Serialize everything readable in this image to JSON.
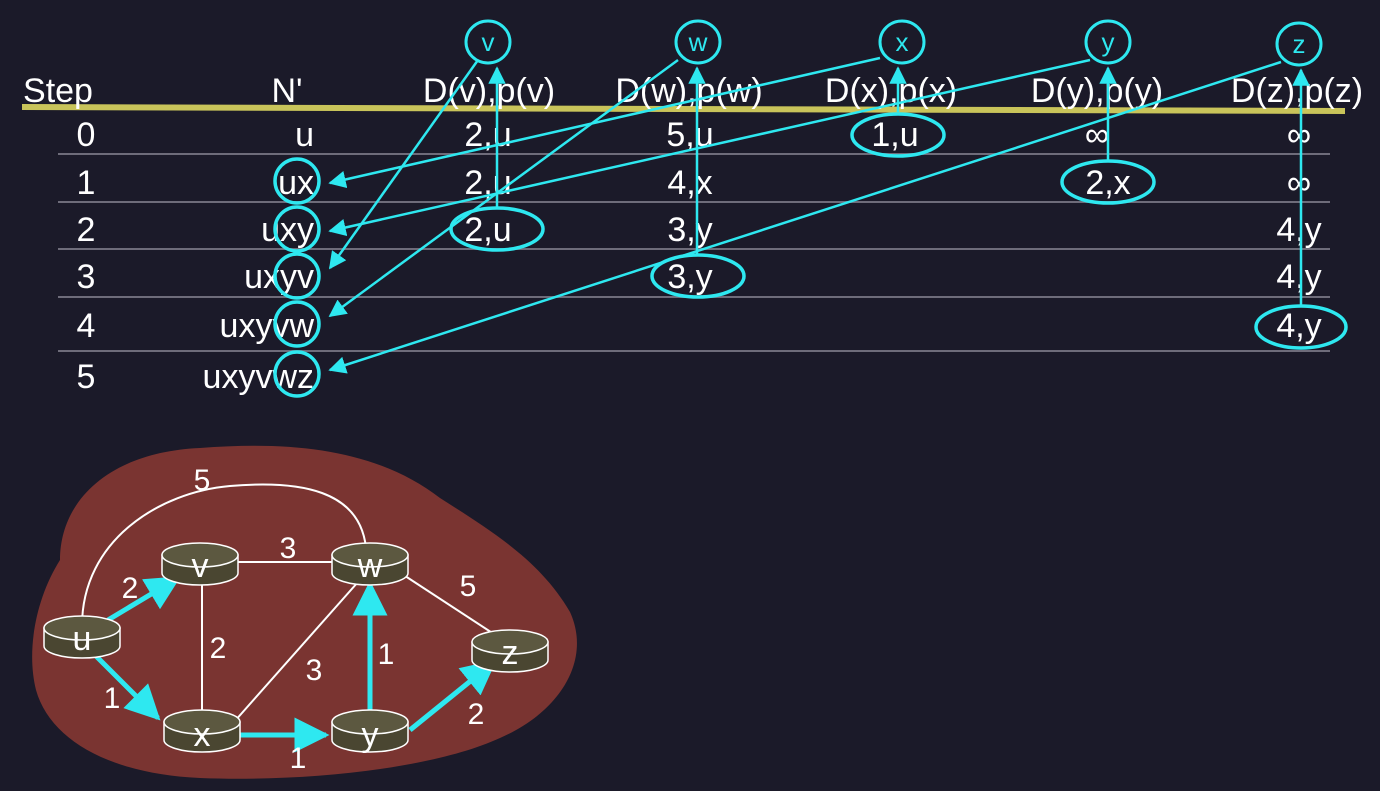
{
  "colors": {
    "background": "#1b1a29",
    "accent_cyan": "#2ee8f0",
    "header_rule": "#c9c45a",
    "row_rule": "#6e6c7a",
    "network_blob": "#7a3431",
    "router_body": "#4a4631"
  },
  "table": {
    "headers": {
      "step": "Step",
      "n_prime": "N'",
      "v": "D(v),p(v)",
      "w": "D(w),p(w)",
      "x": "D(x),p(x)",
      "y": "D(y),p(y)",
      "z": "D(z),p(z)"
    },
    "column_tags": {
      "v": "v",
      "w": "w",
      "x": "x",
      "y": "y",
      "z": "z"
    },
    "rows": [
      {
        "step": "0",
        "n_prime": "u",
        "v": "2,u",
        "w": "5,u",
        "x": "1,u",
        "y": "∞",
        "z": "∞"
      },
      {
        "step": "1",
        "n_prime": "ux",
        "v": "2,u",
        "w": "4,x",
        "x": "",
        "y": "2,x",
        "z": "∞"
      },
      {
        "step": "2",
        "n_prime": "uxy",
        "v": "2,u",
        "w": "3,y",
        "x": "",
        "y": "",
        "z": "4,y"
      },
      {
        "step": "3",
        "n_prime": "uxyv",
        "v": "",
        "w": "3,y",
        "x": "",
        "y": "",
        "z": "4,y"
      },
      {
        "step": "4",
        "n_prime": "uxyvw",
        "v": "",
        "w": "",
        "x": "",
        "y": "",
        "z": "4,y"
      },
      {
        "step": "5",
        "n_prime": "uxyvwz",
        "v": "",
        "w": "",
        "x": "",
        "y": "",
        "z": ""
      }
    ]
  },
  "network": {
    "nodes": [
      "u",
      "v",
      "w",
      "x",
      "y",
      "z"
    ],
    "edges": [
      {
        "from": "u",
        "to": "v",
        "cost": "2",
        "in_tree": true
      },
      {
        "from": "u",
        "to": "x",
        "cost": "1",
        "in_tree": true
      },
      {
        "from": "u",
        "to": "w",
        "cost": "5",
        "in_tree": false
      },
      {
        "from": "v",
        "to": "w",
        "cost": "3",
        "in_tree": false
      },
      {
        "from": "v",
        "to": "x",
        "cost": "2",
        "in_tree": false
      },
      {
        "from": "x",
        "to": "w",
        "cost": "3",
        "in_tree": false
      },
      {
        "from": "x",
        "to": "y",
        "cost": "1",
        "in_tree": true
      },
      {
        "from": "y",
        "to": "w",
        "cost": "1",
        "in_tree": true
      },
      {
        "from": "w",
        "to": "z",
        "cost": "5",
        "in_tree": false
      },
      {
        "from": "y",
        "to": "z",
        "cost": "2",
        "in_tree": true
      }
    ]
  }
}
